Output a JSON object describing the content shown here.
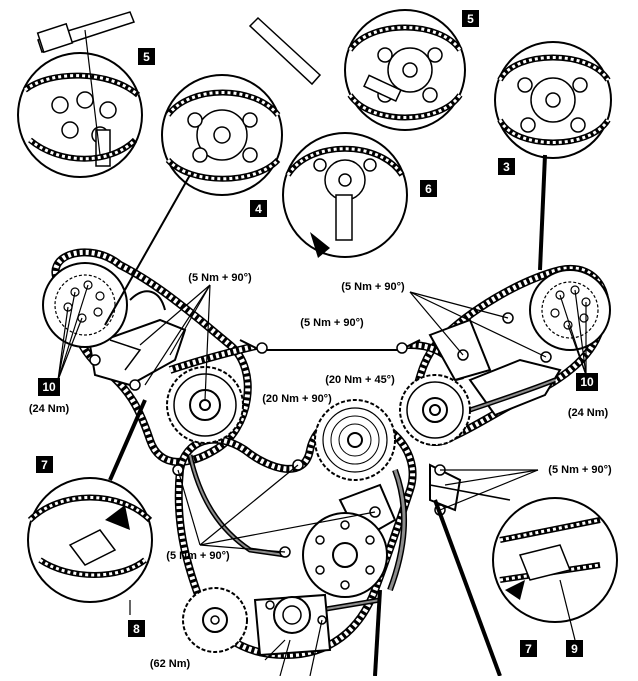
{
  "badges": {
    "b5_left": "5",
    "b5_right": "5",
    "b4": "4",
    "b6": "6",
    "b3": "3",
    "b10_left": "10",
    "b10_right": "10",
    "b7_left": "7",
    "b8": "8",
    "b7_right": "7",
    "b9": "9"
  },
  "torques": {
    "top_center": "(5 Nm + 90°)",
    "top_right": "(5 Nm + 90°)",
    "rail_top": "(5 Nm + 90°)",
    "right_cam": "(20 Nm + 45°)",
    "center_idler": "(20 Nm + 90°)",
    "right_lower": "(5 Nm + 90°)",
    "left_lower": "(5 Nm + 90°)",
    "left_cam_bolts": "(24 Nm)",
    "right_cam_bolts": "(24 Nm)",
    "crank": "(62 Nm)"
  },
  "colors": {
    "ink": "#000000",
    "shade": "#8c8c8c",
    "light": "#d9d9d9"
  }
}
